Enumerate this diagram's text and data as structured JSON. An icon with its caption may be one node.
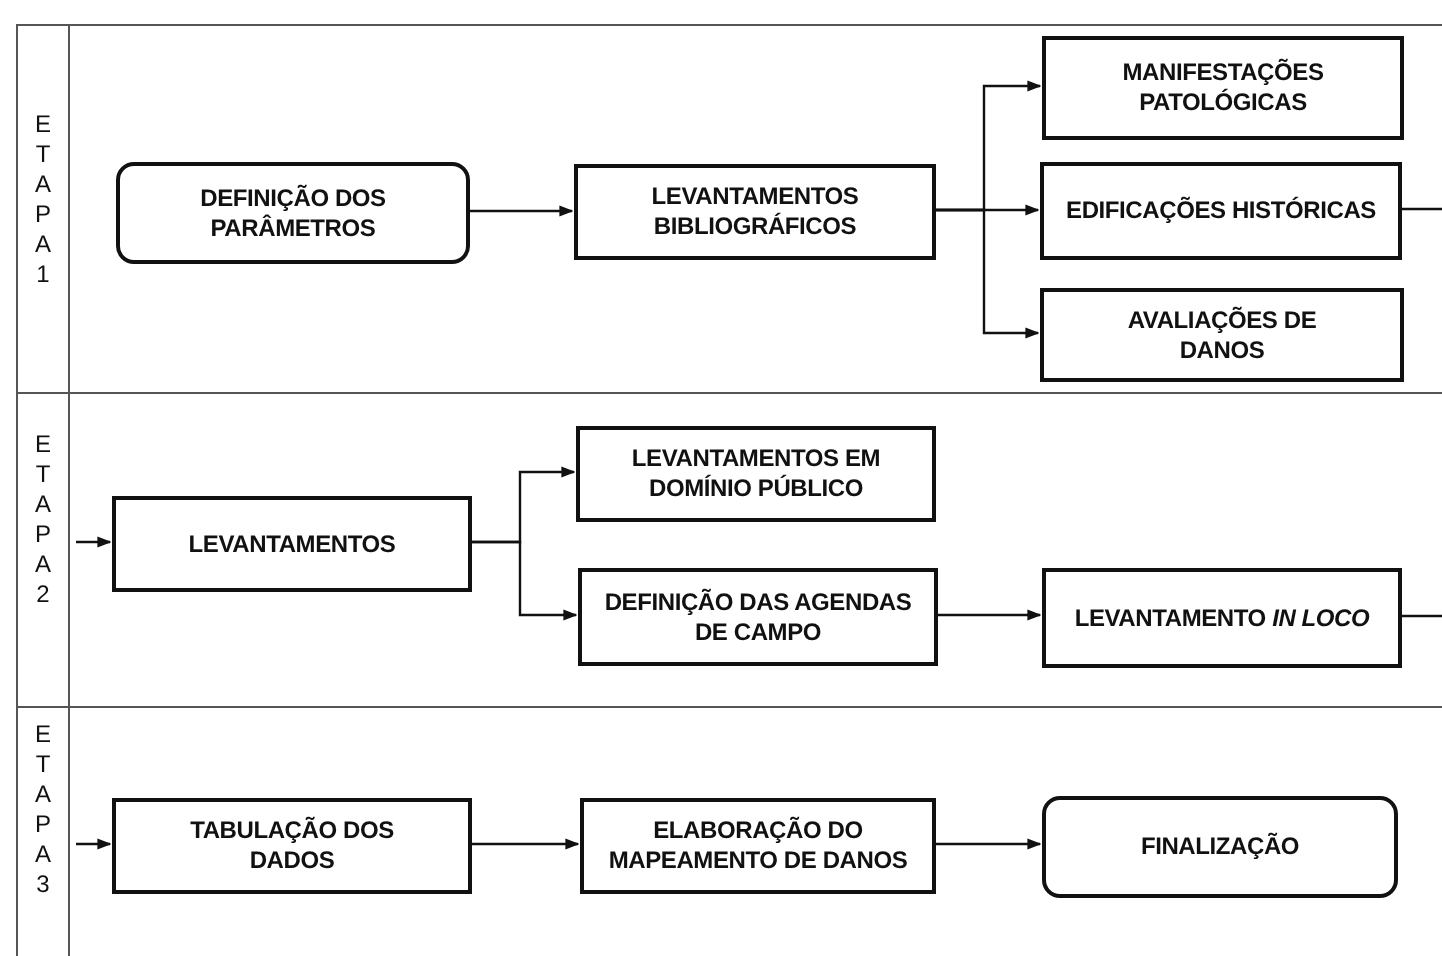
{
  "diagram": {
    "nodes": [
      {
        "text": [
          "ETAPA 1"
        ]
      },
      {
        "text": [
          "DEFINIÇÃO DOS PARÂMETROS"
        ],
        "in": 0
      },
      {
        "text": [
          "LEVANTAMENTOS BIBLIOGRÁFICOS"
        ],
        "in": 0
      },
      {
        "text": [
          "MANIFESTAÇÕES PATOLÓGICAS"
        ],
        "in": 0
      },
      {
        "text": [
          "EDIFICAÇÕES HISTÓRICAS"
        ],
        "in": 0
      },
      {
        "text": [
          "AVALIAÇÕES DE DANOS"
        ],
        "in": 0
      },
      {
        "text": [
          "ETAPA 2"
        ]
      },
      {
        "text": [
          "LEVANTAMENTOS"
        ],
        "in": 6
      },
      {
        "text": [
          "LEVANTAMENTOS EM DOMÍNIO PÚBLICO"
        ],
        "in": 6
      },
      {
        "text": [
          "DEFINIÇÃO DAS AGENDAS DE CAMPO"
        ],
        "in": 6
      },
      {
        "text": [
          "LEVANTAMENTO *IN LOCO*"
        ],
        "in": 6
      },
      {
        "text": [
          "ETAPA 3"
        ]
      },
      {
        "text": [
          "TABULAÇÃO DOS DADOS"
        ],
        "in": 11
      },
      {
        "text": [
          "ELABORAÇÃO DO MAPEAMENTO DE DANOS"
        ],
        "in": 11
      },
      {
        "text": [
          "FINALIZAÇÃO"
        ],
        "in": 11
      }
    ],
    "edges": [
      {
        "from": 1,
        "to": 2,
        "arrow": "to"
      },
      {
        "from": 2,
        "to": 3,
        "arrow": "to"
      },
      {
        "from": 2,
        "to": 4,
        "arrow": "to"
      },
      {
        "from": 2,
        "to": 5,
        "arrow": "to"
      },
      {
        "from": 4,
        "to": null,
        "arrow": "none"
      },
      {
        "from": null,
        "to": 7,
        "arrow": "to"
      },
      {
        "from": 7,
        "to": 8,
        "arrow": "to"
      },
      {
        "from": 7,
        "to": 9,
        "arrow": "to"
      },
      {
        "from": 9,
        "to": 10,
        "arrow": "to"
      },
      {
        "from": 10,
        "to": null,
        "arrow": "none"
      },
      {
        "from": null,
        "to": 12,
        "arrow": "to"
      },
      {
        "from": 12,
        "to": 13,
        "arrow": "to"
      },
      {
        "from": 13,
        "to": 14,
        "arrow": "to"
      }
    ]
  }
}
